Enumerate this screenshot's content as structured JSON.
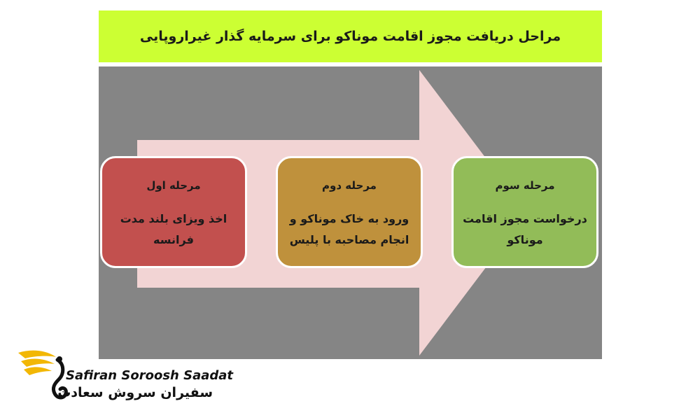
{
  "title": "مراحل دریافت مجوز اقامت موناکو برای سرمایه گذار غیراروپایی",
  "steps": [
    {
      "heading": "مرحله اول",
      "lines": [
        "اخذ ویزای بلند مدت",
        "فرانسه"
      ],
      "color": "#c2504e"
    },
    {
      "heading": "مرحله دوم",
      "lines": [
        "ورود به خاک موناکو و",
        "انجام مصاحبه با پلیس"
      ],
      "color": "#bf913c"
    },
    {
      "heading": "مرحله سوم",
      "lines": [
        "درخواست مجوز اقامت",
        "موناکو"
      ],
      "color": "#92bc58"
    }
  ],
  "colors": {
    "title_background": "#ccff33",
    "panel_background": "#858585",
    "arrow": "#f2d4d4",
    "logo_accent": "#f2b705"
  },
  "logo": {
    "name_en": "Safiran Soroosh Saadat",
    "name_fa": "سفیران سروش سعادت"
  }
}
